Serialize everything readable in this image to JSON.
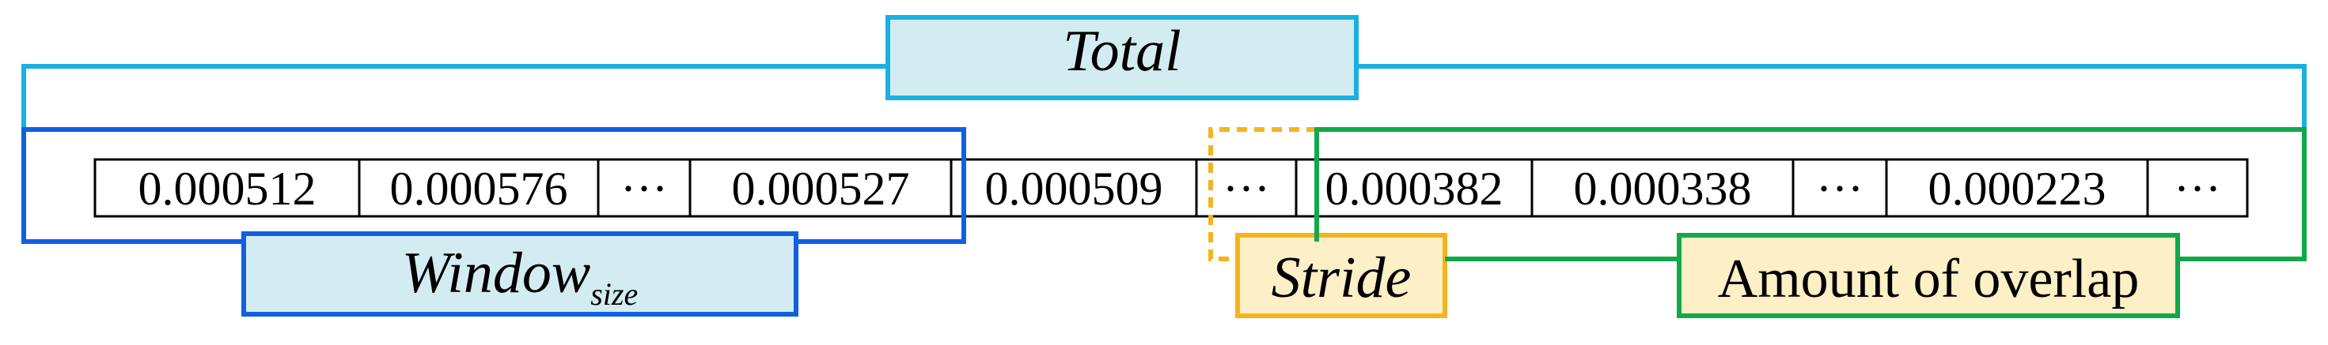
{
  "total": {
    "label": "Total",
    "color": "#1ab0e0",
    "fill": "#d3ecf2"
  },
  "window": {
    "label": "Window",
    "subscript": "size",
    "color": "#1060e0",
    "fill": "#d3ecf2"
  },
  "stride": {
    "label": "Stride",
    "color": "#f5b41e",
    "fill": "#fdefc6"
  },
  "overlap": {
    "label": "Amount of overlap",
    "color": "#12a84a",
    "fill": "#fdefc6"
  },
  "sequence": {
    "cells": [
      "0.000512",
      "0.000576",
      "···",
      "0.000527",
      "0.000509",
      "···",
      "0.000382",
      "0.000338",
      "···",
      "0.000223",
      "···"
    ]
  }
}
